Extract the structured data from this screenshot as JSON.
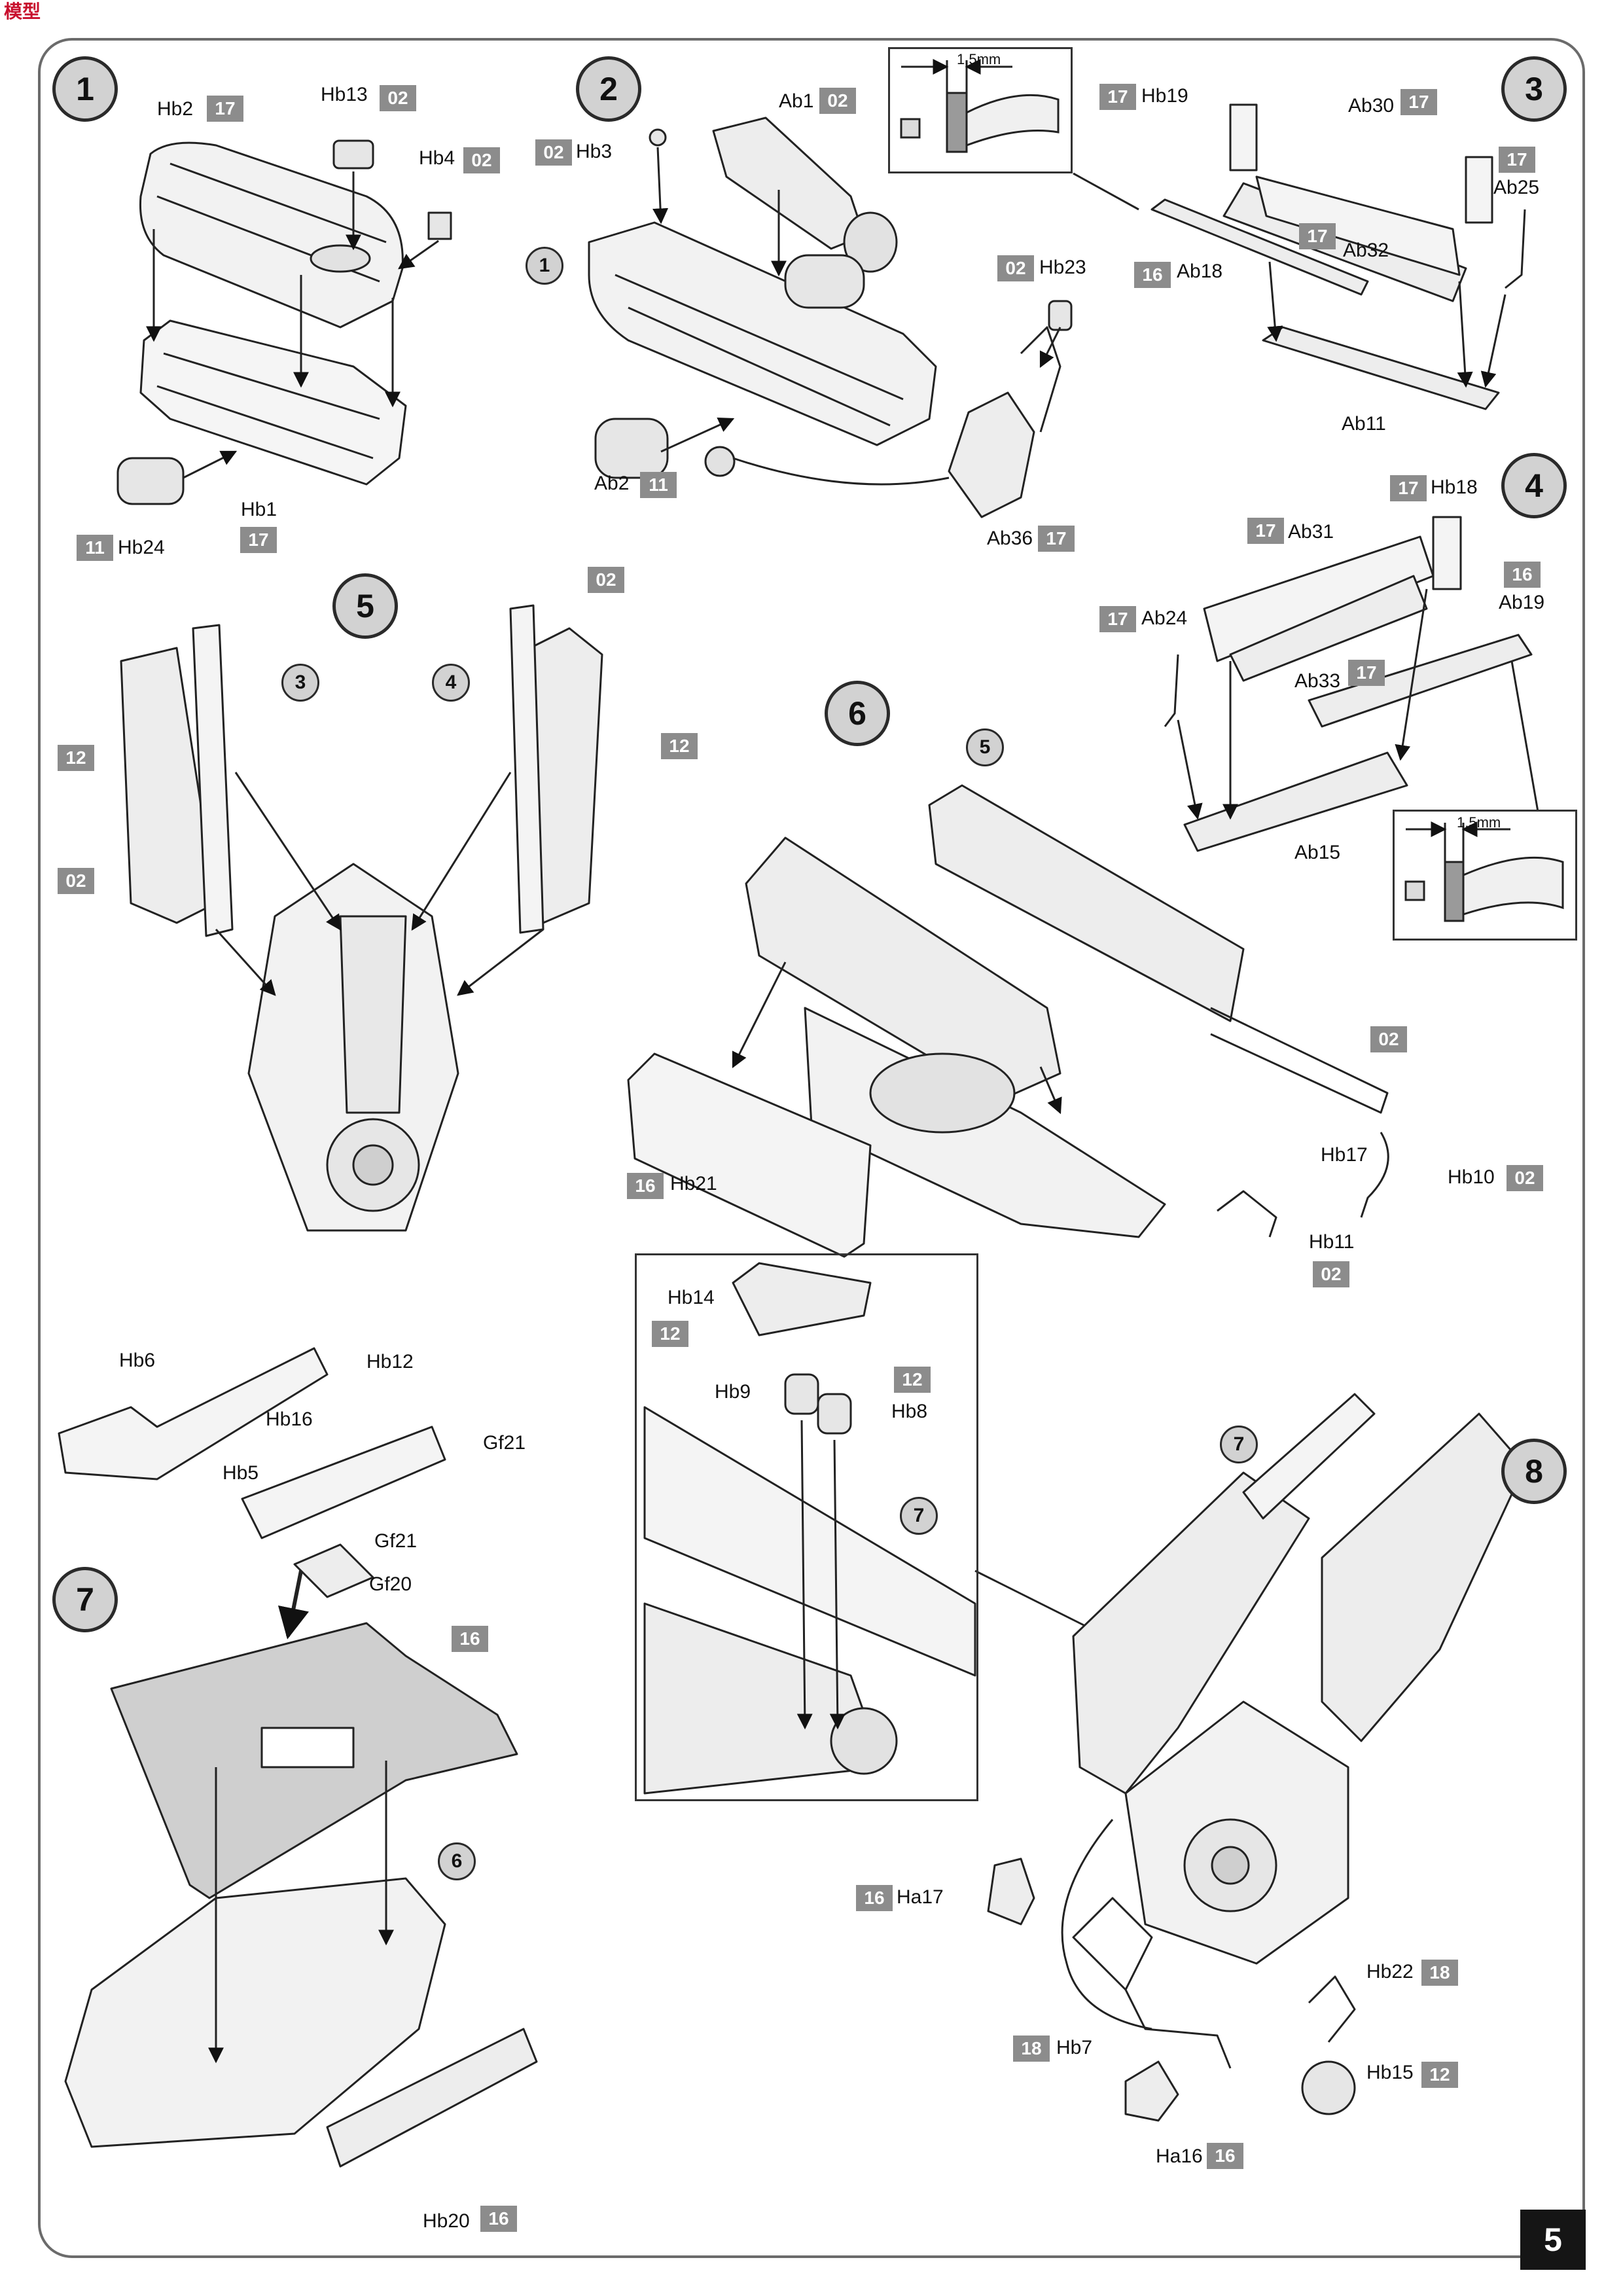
{
  "page_number": "5",
  "logo": {
    "main": "模型",
    "sub": ""
  },
  "steps": [
    "1",
    "2",
    "3",
    "4",
    "5",
    "6",
    "7",
    "8"
  ],
  "refs": {
    "r1": "1",
    "r3": "3",
    "r4": "4",
    "r5": "5",
    "r7a": "7",
    "r6": "6",
    "r7b": "7"
  },
  "dims": {
    "d1": "1,5mm",
    "d2": "1,5mm"
  },
  "labels": {
    "hb2": "Hb2",
    "hb13": "Hb13",
    "hb4": "Hb4",
    "hb1": "Hb1",
    "hb24": "Hb24",
    "ab1": "Ab1",
    "hb3": "Hb3",
    "hb23": "Hb23",
    "ab2": "Ab2",
    "ab36": "Ab36",
    "hb19": "Hb19",
    "ab30": "Ab30",
    "ab25": "Ab25",
    "ab32": "Ab32",
    "ab18": "Ab18",
    "ab11": "Ab11",
    "hb18": "Hb18",
    "ab31": "Ab31",
    "ab24": "Ab24",
    "ab19": "Ab19",
    "ab33": "Ab33",
    "ab15": "Ab15",
    "hb21": "Hb21",
    "hb17": "Hb17",
    "hb10": "Hb10",
    "hb11": "Hb11",
    "hb6": "Hb6",
    "hb12": "Hb12",
    "hb16": "Hb16",
    "hb5": "Hb5",
    "gf21a": "Gf21",
    "gf21b": "Gf21",
    "gf20": "Gf20",
    "hb20": "Hb20",
    "hb14": "Hb14",
    "hb9": "Hb9",
    "hb8": "Hb8",
    "ha17": "Ha17",
    "hb22": "Hb22",
    "hb7": "Hb7",
    "hb15": "Hb15",
    "ha16": "Ha16"
  },
  "sprues": {
    "s_hb2": "17",
    "s_hb13": "02",
    "s_hb4": "02",
    "s_hb1": "17",
    "s_hb24": "11",
    "s_ab1": "02",
    "s_hb3": "02",
    "s_hb23": "02",
    "s_ab2": "11",
    "s_ab36": "17",
    "s_hb19": "17",
    "s_ab30": "17",
    "s_ab25": "17",
    "s_ab32": "17",
    "s_ab18": "16",
    "s_hb18": "17",
    "s_ab31": "17",
    "s_ab24": "17",
    "s_ab19": "16",
    "s_ab33": "17",
    "s_5top": "02",
    "s_5l12": "12",
    "s_5r12": "12",
    "s_5l02": "02",
    "s_6a": "02",
    "s_hb10": "02",
    "s_hb11": "02",
    "s_hb21": "16",
    "s_7": "16",
    "s_hb20": "16",
    "s_hb14": "12",
    "s_hb98": "12",
    "s_ha17": "16",
    "s_hb22": "18",
    "s_hb7": "18",
    "s_hb15": "12",
    "s_ha16": "16"
  }
}
